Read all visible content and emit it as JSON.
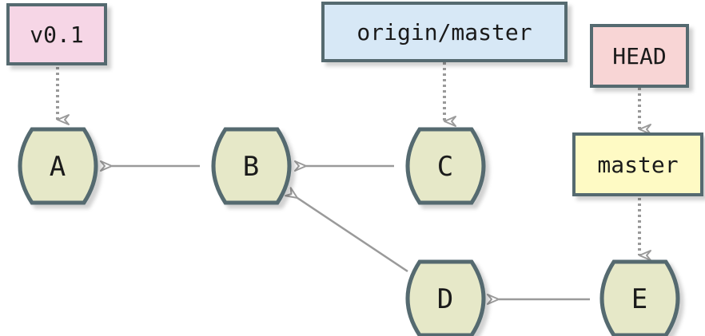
{
  "colors": {
    "commit_fill": "#e6e8c8",
    "stroke": "#546a6f",
    "arrow": "#9a9a9a",
    "tag_fill": "#f6d6e6",
    "remote_fill": "#d7e8f6",
    "head_fill": "#f8d5d5",
    "branch_fill": "#fefac4"
  },
  "commits": [
    {
      "id": "A",
      "label": "A"
    },
    {
      "id": "B",
      "label": "B"
    },
    {
      "id": "C",
      "label": "C"
    },
    {
      "id": "D",
      "label": "D"
    },
    {
      "id": "E",
      "label": "E"
    }
  ],
  "refs": {
    "tag": {
      "label": "v0.1",
      "points_to": "A"
    },
    "remote": {
      "label": "origin/master",
      "points_to": "C"
    },
    "head": {
      "label": "HEAD",
      "points_to": "master"
    },
    "branch": {
      "label": "master",
      "points_to": "E"
    }
  },
  "parent_edges": [
    {
      "from": "B",
      "to": "A"
    },
    {
      "from": "C",
      "to": "B"
    },
    {
      "from": "D",
      "to": "B"
    },
    {
      "from": "E",
      "to": "D"
    }
  ]
}
